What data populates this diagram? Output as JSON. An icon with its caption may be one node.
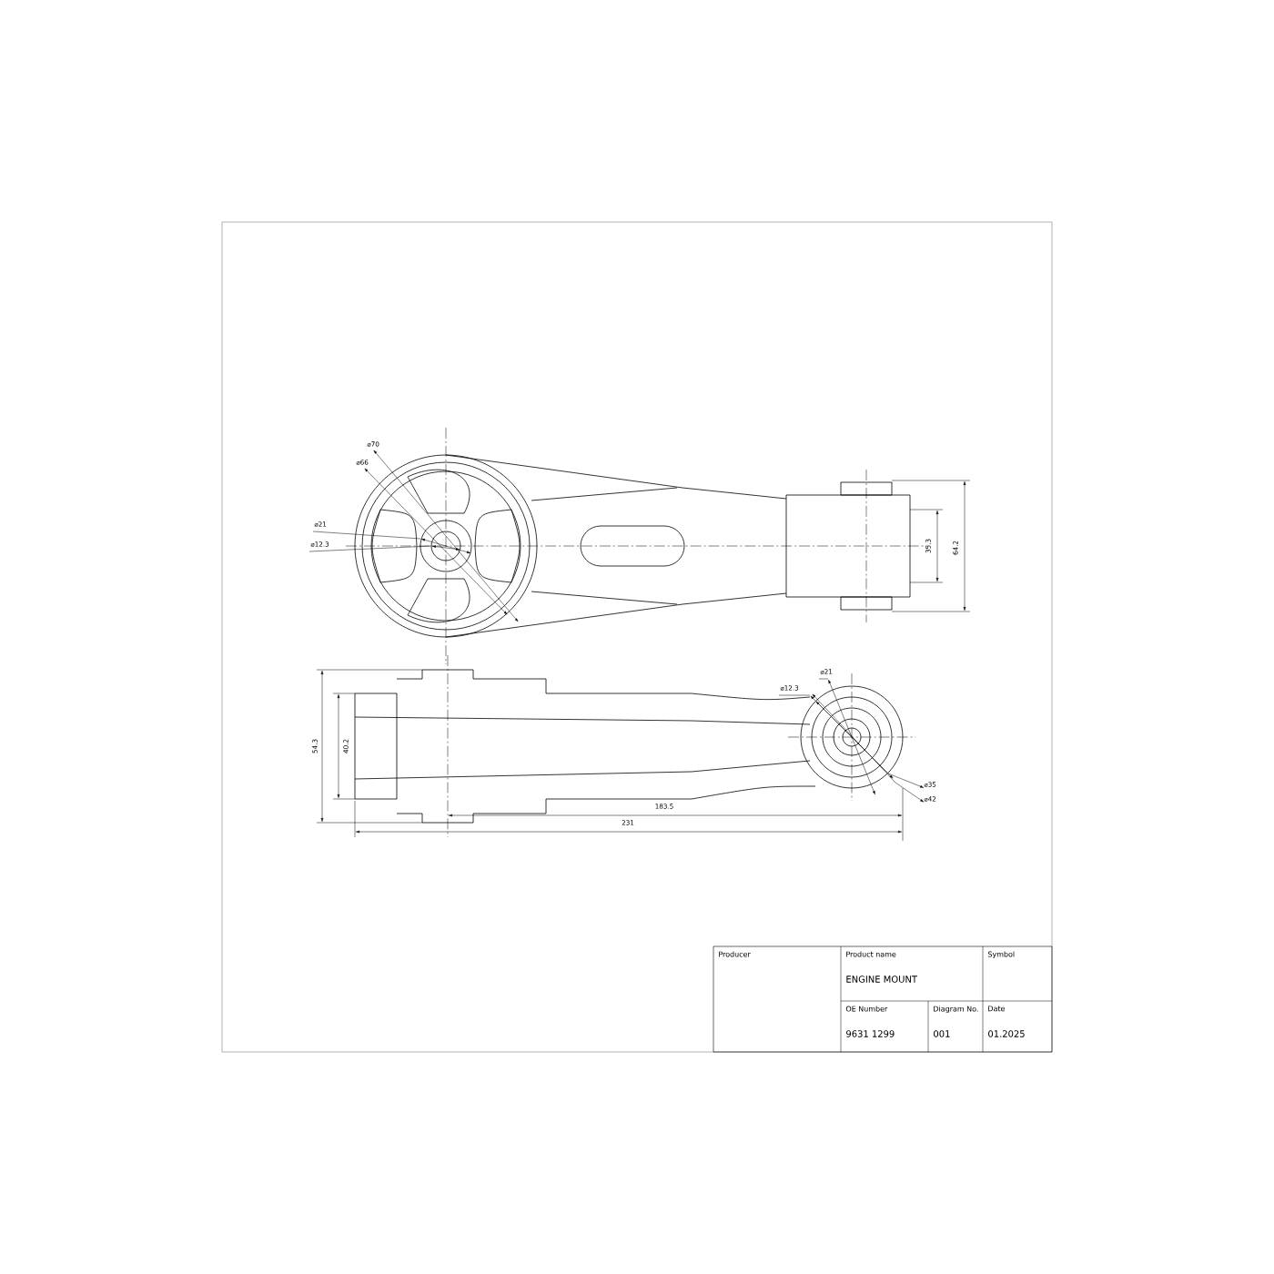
{
  "diagram": {
    "labels": [
      "⌀70",
      "⌀66",
      "⌀21",
      "⌀12.3",
      "35.3",
      "64.2",
      "54.3",
      "40.2",
      "183.5",
      "231",
      "⌀12.3",
      "⌀21",
      "⌀35",
      "⌀42",
      "Producer",
      "Product name",
      "ENGINE MOUNT",
      "Symbol",
      "OE Number",
      "9631 1299",
      "Diagram No.",
      "001",
      "Date",
      "01.2025"
    ]
  }
}
